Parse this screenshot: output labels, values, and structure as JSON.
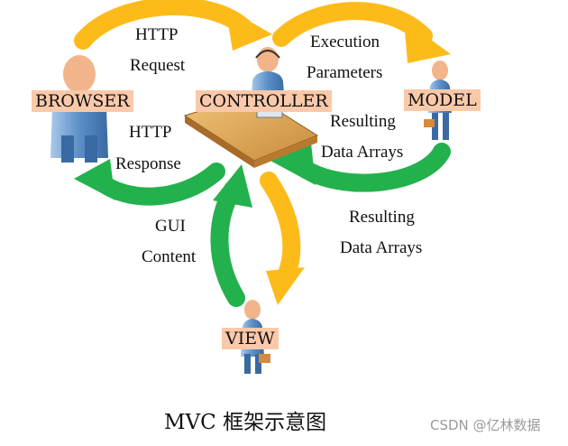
{
  "nodes": {
    "browser": "BROWSER",
    "controller": "CONTROLLER",
    "model": "MODEL",
    "view": "VIEW"
  },
  "flows": {
    "http_request": [
      "HTTP",
      "Request"
    ],
    "http_response": [
      "HTTP",
      "Response"
    ],
    "execution_parameters": [
      "Execution",
      "Parameters"
    ],
    "resulting_data_arrays_model_to_controller": [
      "Resulting",
      "Data Arrays"
    ],
    "resulting_data_arrays_controller_to_view": [
      "Resulting",
      "Data Arrays"
    ],
    "gui_content": [
      "GUI",
      "Content"
    ]
  },
  "caption": "MVC 框架示意图",
  "watermark": "CSDN @亿林数据",
  "colors": {
    "request_arrow": "#fdbb1a",
    "response_arrow": "#23b14d",
    "label_background": "#f9c9a9",
    "person_body": "#5b8fc7",
    "person_head": "#f2b48a",
    "desk": "#d9a15a"
  }
}
